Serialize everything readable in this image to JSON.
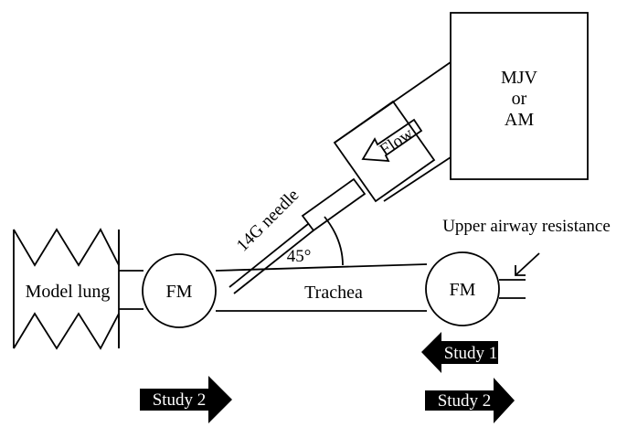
{
  "labels": {
    "ventilator_line1": "MJV",
    "ventilator_line2": "or",
    "ventilator_line3": "AM",
    "flow": "Flow",
    "needle": "14G needle",
    "angle": "45°",
    "model_lung": "Model lung",
    "flowmeter_left": "FM",
    "flowmeter_right": "FM",
    "trachea": "Trachea",
    "upper_airway": "Upper airway resistance"
  },
  "arrows": {
    "study1": "Study 1",
    "study2_left": "Study 2",
    "study2_right": "Study 2"
  },
  "colors": {
    "line": "#000000",
    "arrow_fill": "#000000",
    "arrow_text": "#ffffff",
    "background": "#ffffff"
  }
}
